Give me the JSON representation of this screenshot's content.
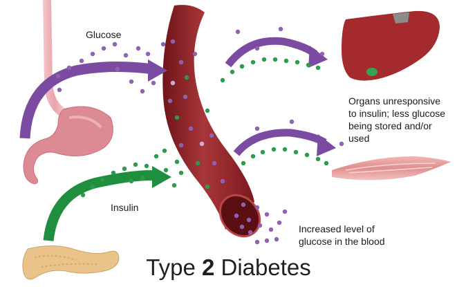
{
  "labels": {
    "glucose": "Glucose",
    "insulin": "Insulin",
    "organs_line1": "Organs unresponsive",
    "organs_line2": "to insulin; less glucose",
    "organs_line3": "being stored and/or",
    "organs_line4": "used",
    "blood_line1": "Increased level of",
    "blood_line2": "glucose in the blood"
  },
  "title": {
    "prefix": "Type ",
    "number": "2",
    "suffix": " Diabetes"
  },
  "colors": {
    "glucose_dot": "#8e62b0",
    "insulin_dot": "#2e9a4c",
    "glucose_arrow": "#7b4aa1",
    "insulin_arrow": "#1f8f3f",
    "vessel": "#8c1f24",
    "liver": "#a3262c",
    "muscle": "#e8a3a2",
    "stomach": "#d9828b",
    "pancreas": "#e9c38a"
  },
  "icons": [
    "stomach",
    "pancreas",
    "blood-vessel",
    "liver",
    "muscle"
  ]
}
